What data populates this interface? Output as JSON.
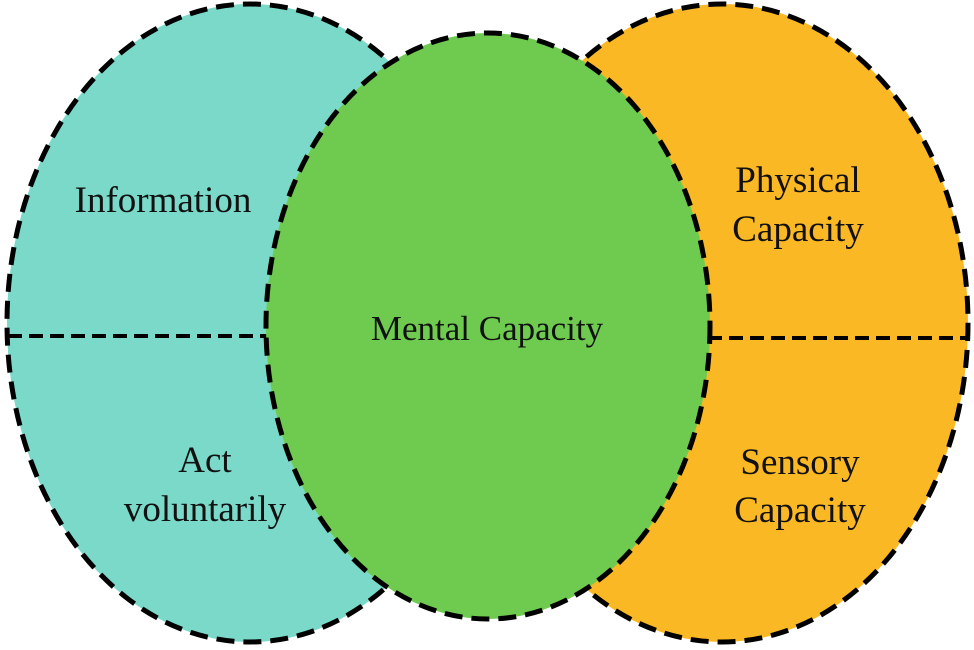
{
  "colors": {
    "left_circle": "#7ad9c8",
    "right_circle": "#fab824",
    "center_ellipse": "#6fcb50",
    "outline": "#000000"
  },
  "labels": {
    "information": "Information",
    "act_line1": "Act",
    "act_line2": "voluntarily",
    "mental_capacity": "Mental Capacity",
    "physical_line1": "Physical",
    "physical_line2": "Capacity",
    "sensory_line1": "Sensory",
    "sensory_line2": "Capacity"
  }
}
